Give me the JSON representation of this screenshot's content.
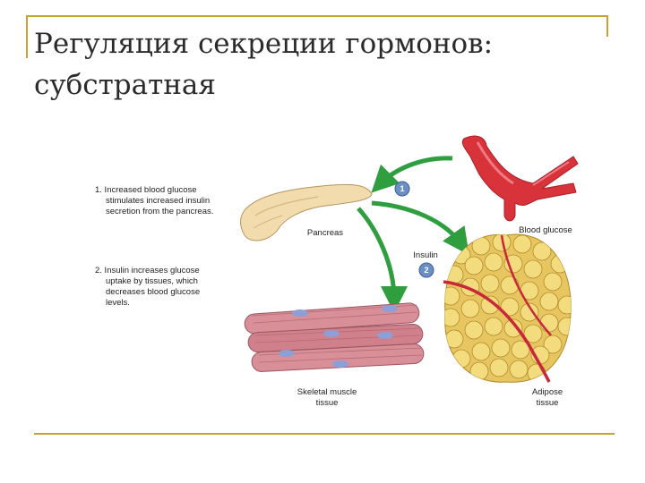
{
  "slide": {
    "title_line1": "Регуляция секреции гормонов:",
    "title_line2": "субстратная"
  },
  "figure": {
    "step1_lines": [
      "1. Increased blood glucose",
      "stimulates increased insulin",
      "secretion from the pancreas."
    ],
    "step2_lines": [
      "2. Insulin increases glucose",
      "uptake by tissues, which",
      "decreases blood glucose",
      "levels."
    ],
    "labels": {
      "pancreas": "Pancreas",
      "blood_glucose": "Blood glucose",
      "insulin": "Insulin",
      "badge1": "1",
      "badge2": "2",
      "skeletal_muscle_1": "Skeletal muscle",
      "skeletal_muscle_2": "tissue",
      "adipose_1": "Adipose",
      "adipose_2": "tissue"
    },
    "colors": {
      "accent_frame": "#c8a234",
      "arrow_green": "#2e9e3e",
      "blood_red": "#d8323a",
      "pancreas_fill": "#f2dcae",
      "muscle_fill": "#d98f98",
      "adipose_fill": "#f3dc7e",
      "badge_fill": "#6b8fc4"
    }
  }
}
